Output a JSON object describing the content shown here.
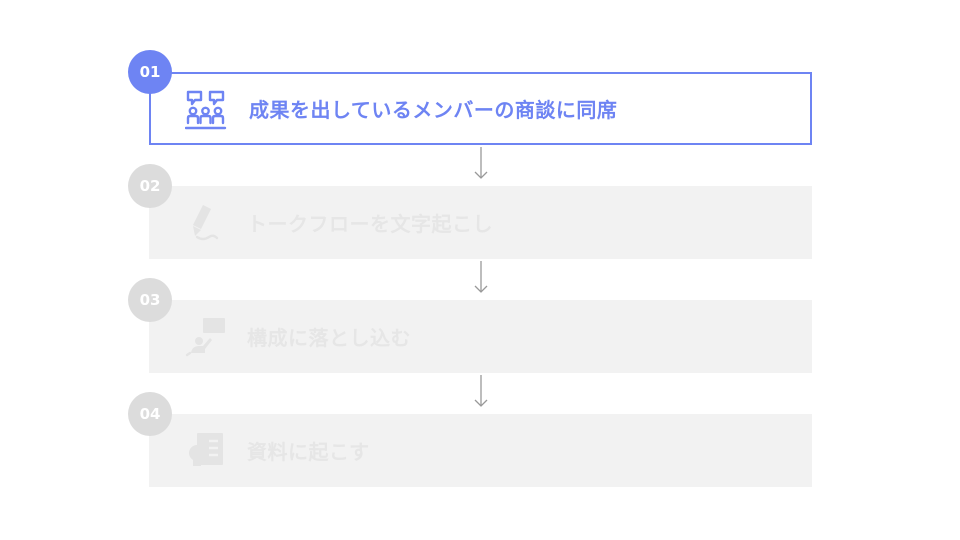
{
  "colors": {
    "accent": "#6e84f3",
    "inactive_bg": "#f2f2f2",
    "inactive_number": "#dcdcdc",
    "inactive_text": "#e6e6e6",
    "arrow": "#999999"
  },
  "steps": [
    {
      "number": "01",
      "label": "成果を出しているメンバーの商談に同席",
      "icon": "meeting-icon",
      "active": true
    },
    {
      "number": "02",
      "label": "トークフローを文字起こし",
      "icon": "pencil-icon",
      "active": false
    },
    {
      "number": "03",
      "label": "構成に落とし込む",
      "icon": "presentation-icon",
      "active": false
    },
    {
      "number": "04",
      "label": "資料に起こす",
      "icon": "document-icon",
      "active": false
    }
  ]
}
